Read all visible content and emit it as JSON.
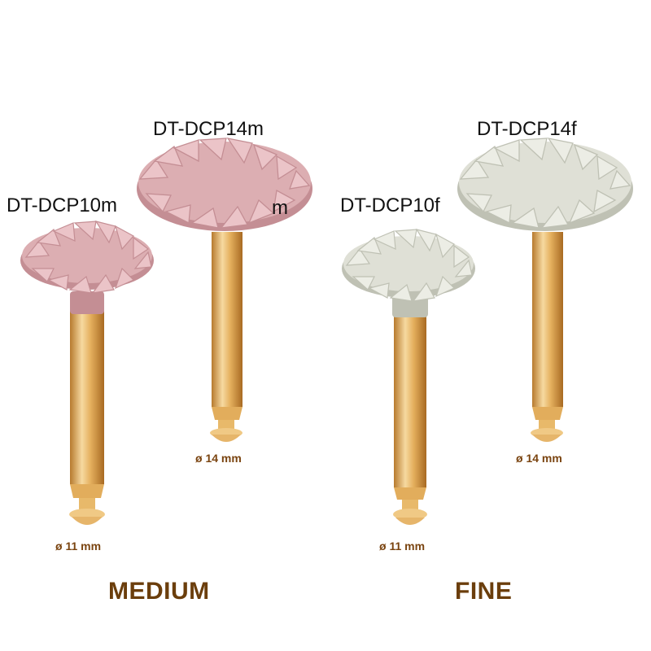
{
  "products": [
    {
      "model": "DT-DCP10m",
      "diameter": "ø 11 mm",
      "grade": "medium",
      "disc_color": "#dcaeb2",
      "disc_shade": "#c48e94"
    },
    {
      "model": "DT-DCP14m",
      "stray_text": "m",
      "diameter": "ø 14 mm",
      "grade": "medium",
      "disc_color": "#dcaeb2",
      "disc_shade": "#c48e94"
    },
    {
      "model": "DT-DCP10f",
      "diameter": "ø 11 mm",
      "grade": "fine",
      "disc_color": "#dfe0d6",
      "disc_shade": "#bfc1b4"
    },
    {
      "model": "DT-DCP14f",
      "diameter": "ø 14 mm",
      "grade": "fine",
      "disc_color": "#dfe0d6",
      "disc_shade": "#bfc1b4"
    }
  ],
  "grades": {
    "medium": "MEDIUM",
    "fine": "FINE"
  },
  "colors": {
    "shank_light": "#f6d9a0",
    "shank_mid": "#e5b05e",
    "shank_dark": "#b77a2e",
    "label_brown": "#6b3e0c"
  }
}
